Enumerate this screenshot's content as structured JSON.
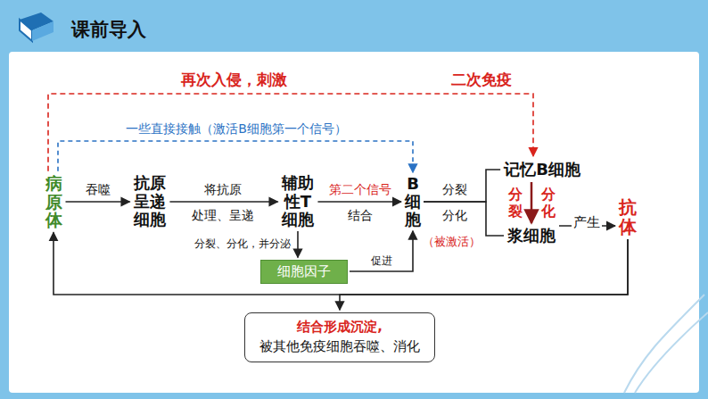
{
  "diagram": {
    "title": "课前导入",
    "nodes": [
      {
        "text": [
          "病原体"
        ]
      },
      {
        "text": [
          "抗原呈递细胞"
        ]
      },
      {
        "text": [
          "辅助性T细胞"
        ]
      },
      {
        "text": [
          "B细胞"
        ]
      },
      {
        "text": [
          "记忆B细胞"
        ]
      },
      {
        "text": [
          "浆细胞"
        ]
      },
      {
        "text": [
          "抗体"
        ]
      },
      {
        "text": [
          "细胞因子"
        ]
      },
      {
        "text": [
          "结合形成沉淀,",
          "被其他免疫细胞吞噬、消化"
        ]
      }
    ],
    "edges": [
      {
        "from": 0,
        "to": 1,
        "arrow": "to",
        "label": "吞噬"
      },
      {
        "from": 1,
        "to": 2,
        "arrow": "to",
        "label": "将抗原"
      },
      {
        "from": 2,
        "to": 3,
        "arrow": "to",
        "label": "第二个信号"
      },
      {
        "from": 3,
        "to": 4,
        "arrow": "none"
      },
      {
        "from": 3,
        "to": 5,
        "arrow": "none"
      },
      {
        "from": 4,
        "to": 5,
        "arrow": "to"
      },
      {
        "from": 5,
        "to": 6,
        "arrow": "to",
        "label": "产生"
      },
      {
        "from": 2,
        "to": 7,
        "arrow": "to",
        "label": "分裂、分化，并分泌"
      },
      {
        "from": 7,
        "to": 3,
        "arrow": "to",
        "label": "促进"
      },
      {
        "from": 0,
        "to": 3,
        "arrow": "to",
        "label": "一些直接接触（激活B细胞第一个信号）"
      },
      {
        "from": 0,
        "to": 4,
        "arrow": "to",
        "label": "再次入侵，刺激"
      },
      {
        "from": 6,
        "to": 0,
        "arrow": "to"
      },
      {
        "from": 6,
        "to": 8,
        "arrow": "to"
      }
    ],
    "labels": [
      "二次免疫",
      "处理、呈递",
      "结合",
      "分裂",
      "分化",
      "（被激活）",
      "分裂",
      "分化"
    ]
  }
}
